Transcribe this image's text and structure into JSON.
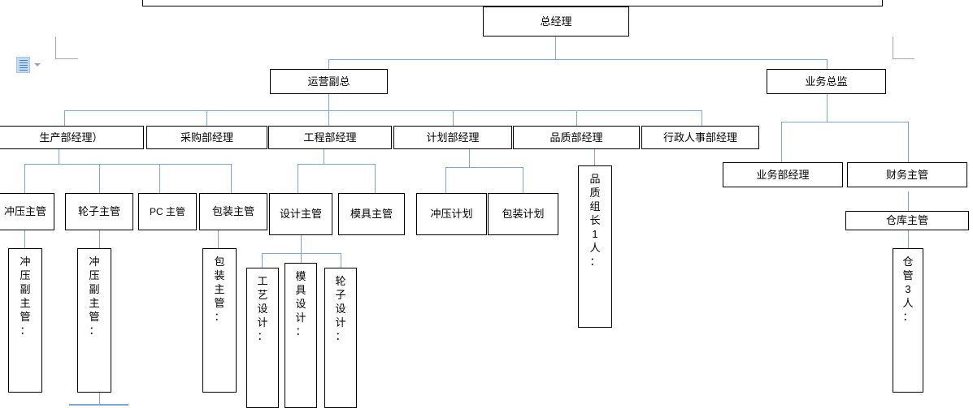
{
  "document": {
    "type": "word-org-chart",
    "title_box_clipped": true
  },
  "colors": {
    "connector": "#7BA7D7",
    "box_border": "#000000",
    "box_fill": "#FFFFFF",
    "margin_mark": "#A6A6A6",
    "paste_icon": "#C3D9EF"
  },
  "paste_tag": {
    "icon": "paste-options-icon",
    "caret": "dropdown-caret-icon"
  },
  "chart": {
    "level0": {
      "label": "总经理"
    },
    "level1": [
      {
        "label": "运营副总"
      },
      {
        "label": "业务总监"
      }
    ],
    "level2_operations": [
      {
        "label": "生产部经理）"
      },
      {
        "label": "采购部经理"
      },
      {
        "label": "工程部经理"
      },
      {
        "label": "计划部经理"
      },
      {
        "label": "品质部经理"
      },
      {
        "label": "行政人事部经理"
      }
    ],
    "level2_business": [
      {
        "label": "业务部经理"
      },
      {
        "label": "财务主管"
      }
    ],
    "level3_production": [
      {
        "label": "冲压主管"
      },
      {
        "label": "轮子主管"
      },
      {
        "label": "PC 主管"
      },
      {
        "label": "包装主管"
      }
    ],
    "level3_engineering": [
      {
        "label": "设计主管"
      },
      {
        "label": "模具主管"
      }
    ],
    "level3_planning": [
      {
        "label": "冲压计划"
      },
      {
        "label": "包装计划"
      }
    ],
    "level3_quality": [
      {
        "label": "品质组长 1 人：",
        "chars": [
          "品",
          "质",
          "组",
          "长",
          "1",
          "人",
          "："
        ]
      }
    ],
    "level3_finance": [
      {
        "label": "仓库主管"
      }
    ],
    "level4_production": [
      {
        "label": "冲压副主管：",
        "chars": [
          "冲",
          "压",
          "副",
          "主",
          "管",
          "："
        ]
      },
      {
        "label": "冲压副主管：",
        "chars": [
          "冲",
          "压",
          "副",
          "主",
          "管",
          "："
        ]
      },
      {
        "label": "包装主管：",
        "chars": [
          "包",
          "装",
          "主",
          "管",
          "："
        ]
      }
    ],
    "level4_design": [
      {
        "label": "工艺设计：",
        "chars": [
          "工",
          "艺",
          "设",
          "计",
          "："
        ]
      },
      {
        "label": "模具设计：",
        "chars": [
          "模",
          "具",
          "设",
          "计",
          "："
        ]
      },
      {
        "label": "轮子设计：",
        "chars": [
          "轮",
          "子",
          "设",
          "计",
          "："
        ]
      }
    ],
    "level4_warehouse": [
      {
        "label": "仓管 3 人：",
        "chars": [
          "仓",
          "管",
          "3",
          "人",
          "："
        ]
      }
    ]
  }
}
